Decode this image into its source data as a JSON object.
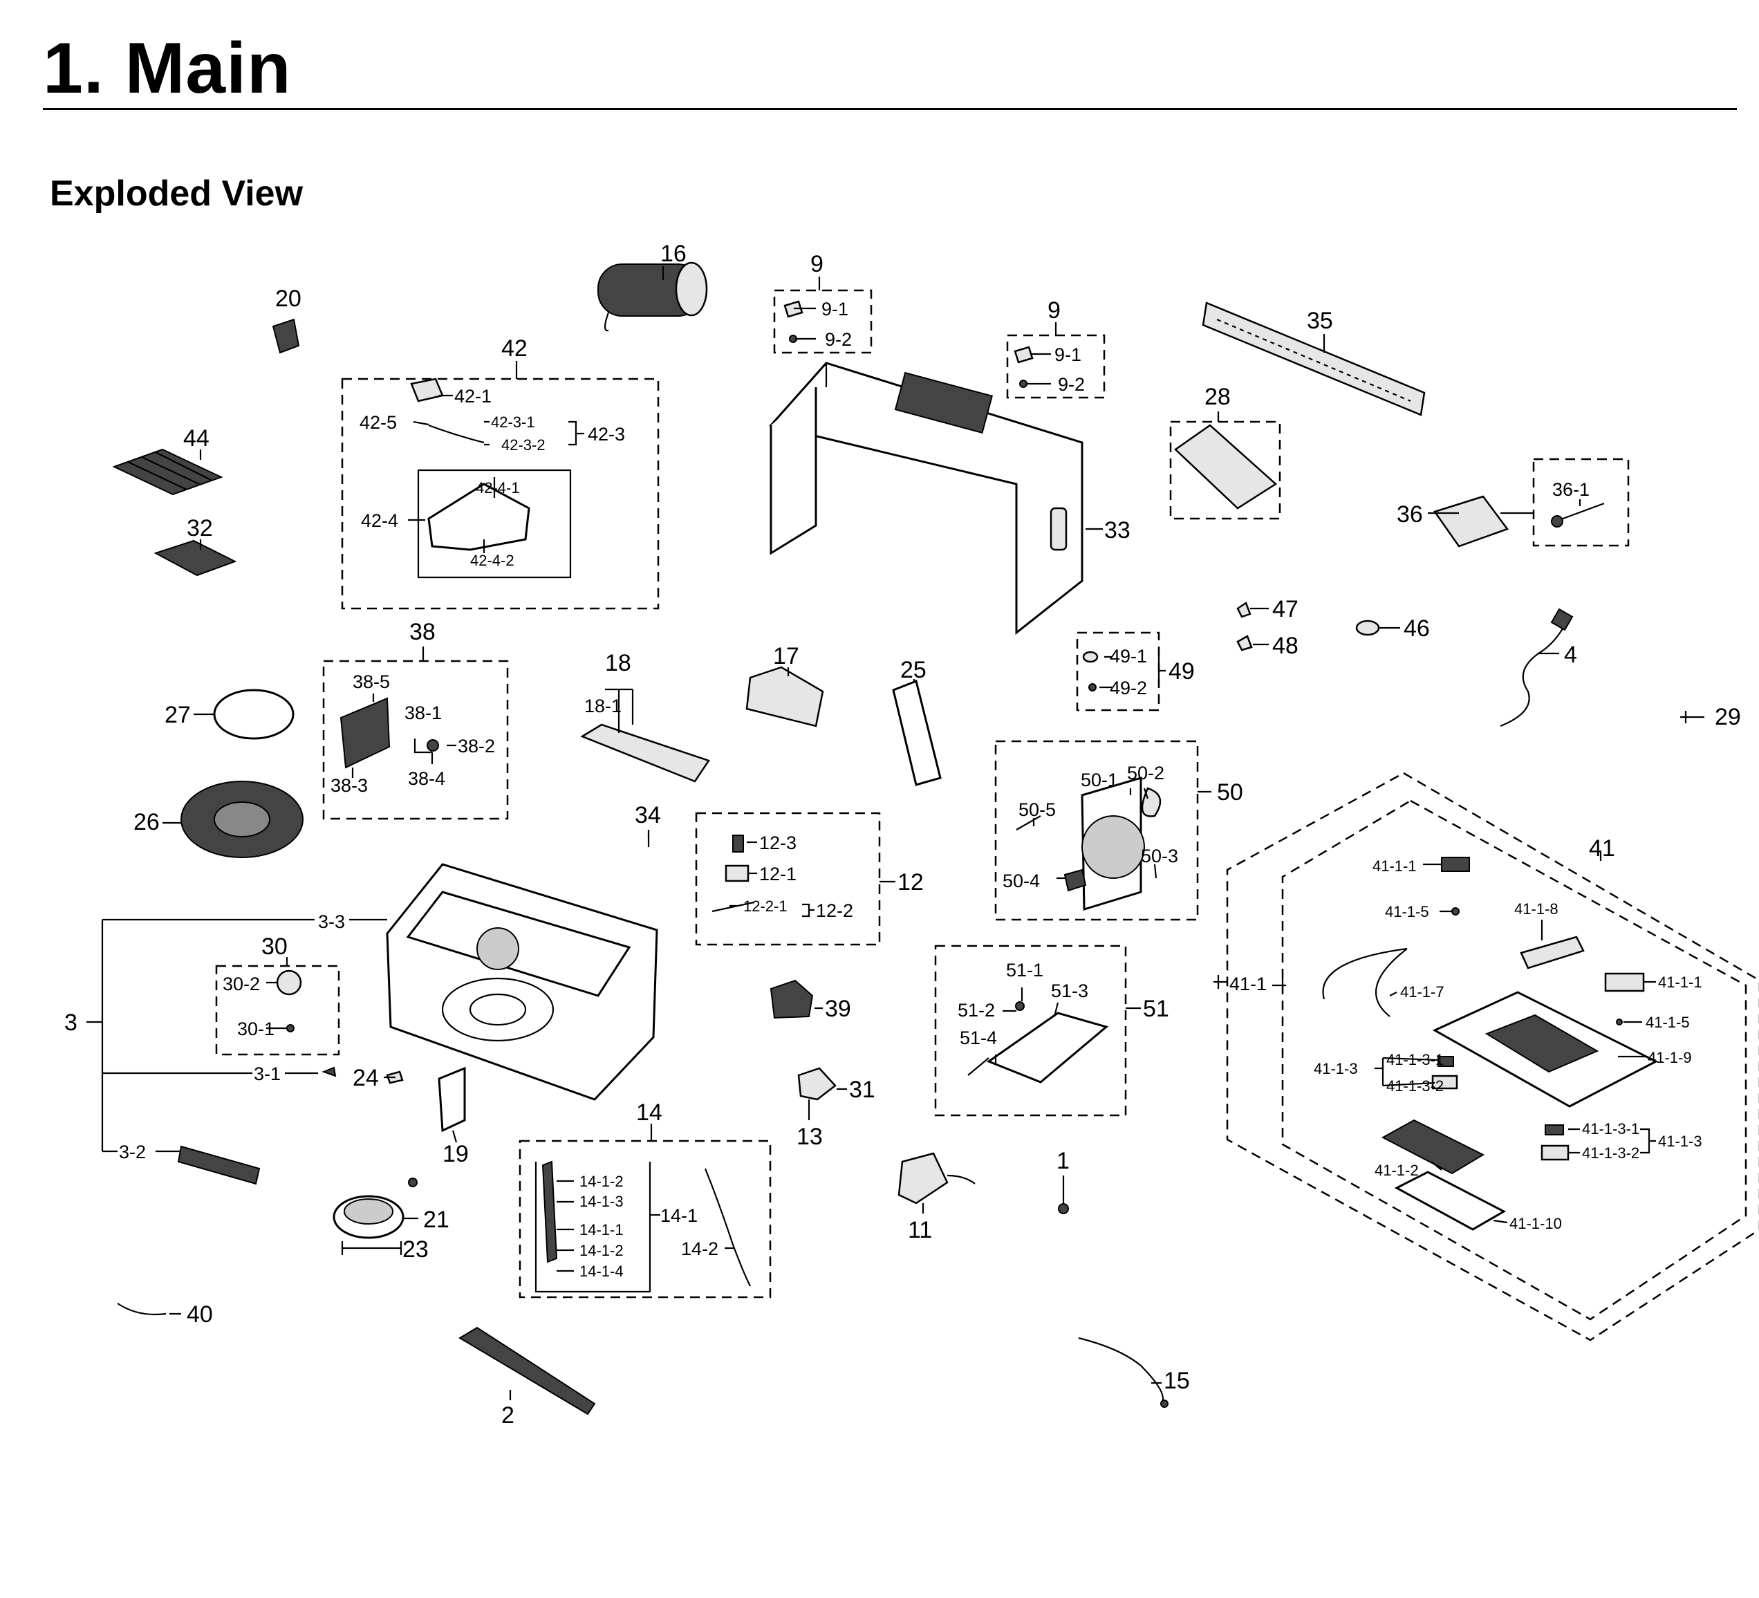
{
  "header": {
    "title": "1.  Main",
    "subtitle": "Exploded View"
  },
  "labels": [
    {
      "id": "l16",
      "text": "16"
    },
    {
      "id": "l20",
      "text": "20"
    },
    {
      "id": "l9a",
      "text": "9"
    },
    {
      "id": "l91a",
      "text": "9-1"
    },
    {
      "id": "l92a",
      "text": "9-2"
    },
    {
      "id": "l9b",
      "text": "9"
    },
    {
      "id": "l91b",
      "text": "9-1"
    },
    {
      "id": "l92b",
      "text": "9-2"
    },
    {
      "id": "l35",
      "text": "35"
    },
    {
      "id": "l42",
      "text": "42"
    },
    {
      "id": "l421",
      "text": "42-1"
    },
    {
      "id": "l425",
      "text": "42-5"
    },
    {
      "id": "l4231",
      "text": "42-3-1"
    },
    {
      "id": "l4232",
      "text": "42-3-2"
    },
    {
      "id": "l423",
      "text": "42-3"
    },
    {
      "id": "l4241",
      "text": "42-4-1"
    },
    {
      "id": "l424",
      "text": "42-4"
    },
    {
      "id": "l4242",
      "text": "42-4-2"
    },
    {
      "id": "l44",
      "text": "44"
    },
    {
      "id": "l32",
      "text": "32"
    },
    {
      "id": "l28",
      "text": "28"
    },
    {
      "id": "l33",
      "text": "33"
    },
    {
      "id": "l36",
      "text": "36"
    },
    {
      "id": "l361",
      "text": "36-1"
    },
    {
      "id": "l47",
      "text": "47"
    },
    {
      "id": "l48",
      "text": "48"
    },
    {
      "id": "l46",
      "text": "46"
    },
    {
      "id": "l4",
      "text": "4"
    },
    {
      "id": "l29",
      "text": "29"
    },
    {
      "id": "l38",
      "text": "38"
    },
    {
      "id": "l385",
      "text": "38-5"
    },
    {
      "id": "l381",
      "text": "38-1"
    },
    {
      "id": "l382",
      "text": "38-2"
    },
    {
      "id": "l383",
      "text": "38-3"
    },
    {
      "id": "l384",
      "text": "38-4"
    },
    {
      "id": "l18",
      "text": "18"
    },
    {
      "id": "l181",
      "text": "18-1"
    },
    {
      "id": "l17",
      "text": "17"
    },
    {
      "id": "l25",
      "text": "25"
    },
    {
      "id": "l491",
      "text": "49-1"
    },
    {
      "id": "l492",
      "text": "49-2"
    },
    {
      "id": "l49",
      "text": "49"
    },
    {
      "id": "l27",
      "text": "27"
    },
    {
      "id": "l26",
      "text": "26"
    },
    {
      "id": "l34",
      "text": "34"
    },
    {
      "id": "l50",
      "text": "50"
    },
    {
      "id": "l501",
      "text": "50-1"
    },
    {
      "id": "l502",
      "text": "50-2"
    },
    {
      "id": "l505",
      "text": "50-5"
    },
    {
      "id": "l503",
      "text": "50-3"
    },
    {
      "id": "l504",
      "text": "50-4"
    },
    {
      "id": "l123",
      "text": "12-3"
    },
    {
      "id": "l121",
      "text": "12-1"
    },
    {
      "id": "l1221",
      "text": "12-2-1"
    },
    {
      "id": "l122",
      "text": "12-2"
    },
    {
      "id": "l12",
      "text": "12"
    },
    {
      "id": "l41",
      "text": "41"
    },
    {
      "id": "l4111a",
      "text": "41-1-1"
    },
    {
      "id": "l4115a",
      "text": "41-1-5"
    },
    {
      "id": "l4118",
      "text": "41-1-8"
    },
    {
      "id": "l411",
      "text": "41-1"
    },
    {
      "id": "l4117",
      "text": "41-1-7"
    },
    {
      "id": "l4111b",
      "text": "41-1-1"
    },
    {
      "id": "l4115b",
      "text": "41-1-5"
    },
    {
      "id": "l4119",
      "text": "41-1-9"
    },
    {
      "id": "l4113a",
      "text": "41-1-3"
    },
    {
      "id": "l41131a",
      "text": "41-1-3-1"
    },
    {
      "id": "l41132a",
      "text": "41-1-3-2"
    },
    {
      "id": "l41131b",
      "text": "41-1-3-1"
    },
    {
      "id": "l41132b",
      "text": "41-1-3-2"
    },
    {
      "id": "l4113b",
      "text": "41-1-3"
    },
    {
      "id": "l4112",
      "text": "41-1-2"
    },
    {
      "id": "l41110",
      "text": "41-1-10"
    },
    {
      "id": "l33b",
      "text": "3-3"
    },
    {
      "id": "l30",
      "text": "30"
    },
    {
      "id": "l302",
      "text": "30-2"
    },
    {
      "id": "l301",
      "text": "30-1"
    },
    {
      "id": "l3",
      "text": "3"
    },
    {
      "id": "l31a",
      "text": "3-1"
    },
    {
      "id": "l24",
      "text": "24"
    },
    {
      "id": "l32b",
      "text": "3-2"
    },
    {
      "id": "l19",
      "text": "19"
    },
    {
      "id": "l39",
      "text": "39"
    },
    {
      "id": "l31",
      "text": "31"
    },
    {
      "id": "l13",
      "text": "13"
    },
    {
      "id": "l51",
      "text": "51"
    },
    {
      "id": "l511",
      "text": "51-1"
    },
    {
      "id": "l512",
      "text": "51-2"
    },
    {
      "id": "l513",
      "text": "51-3"
    },
    {
      "id": "l514",
      "text": "51-4"
    },
    {
      "id": "l14",
      "text": "14"
    },
    {
      "id": "l1412a",
      "text": "14-1-2"
    },
    {
      "id": "l1413",
      "text": "14-1-3"
    },
    {
      "id": "l1411",
      "text": "14-1-1"
    },
    {
      "id": "l1412b",
      "text": "14-1-2"
    },
    {
      "id": "l1414",
      "text": "14-1-4"
    },
    {
      "id": "l141",
      "text": "14-1"
    },
    {
      "id": "l142",
      "text": "14-2"
    },
    {
      "id": "l21",
      "text": "21"
    },
    {
      "id": "l23",
      "text": "23"
    },
    {
      "id": "l1",
      "text": "1"
    },
    {
      "id": "l11",
      "text": "11"
    },
    {
      "id": "l40",
      "text": "40"
    },
    {
      "id": "l2",
      "text": "2"
    },
    {
      "id": "l15",
      "text": "15"
    }
  ]
}
